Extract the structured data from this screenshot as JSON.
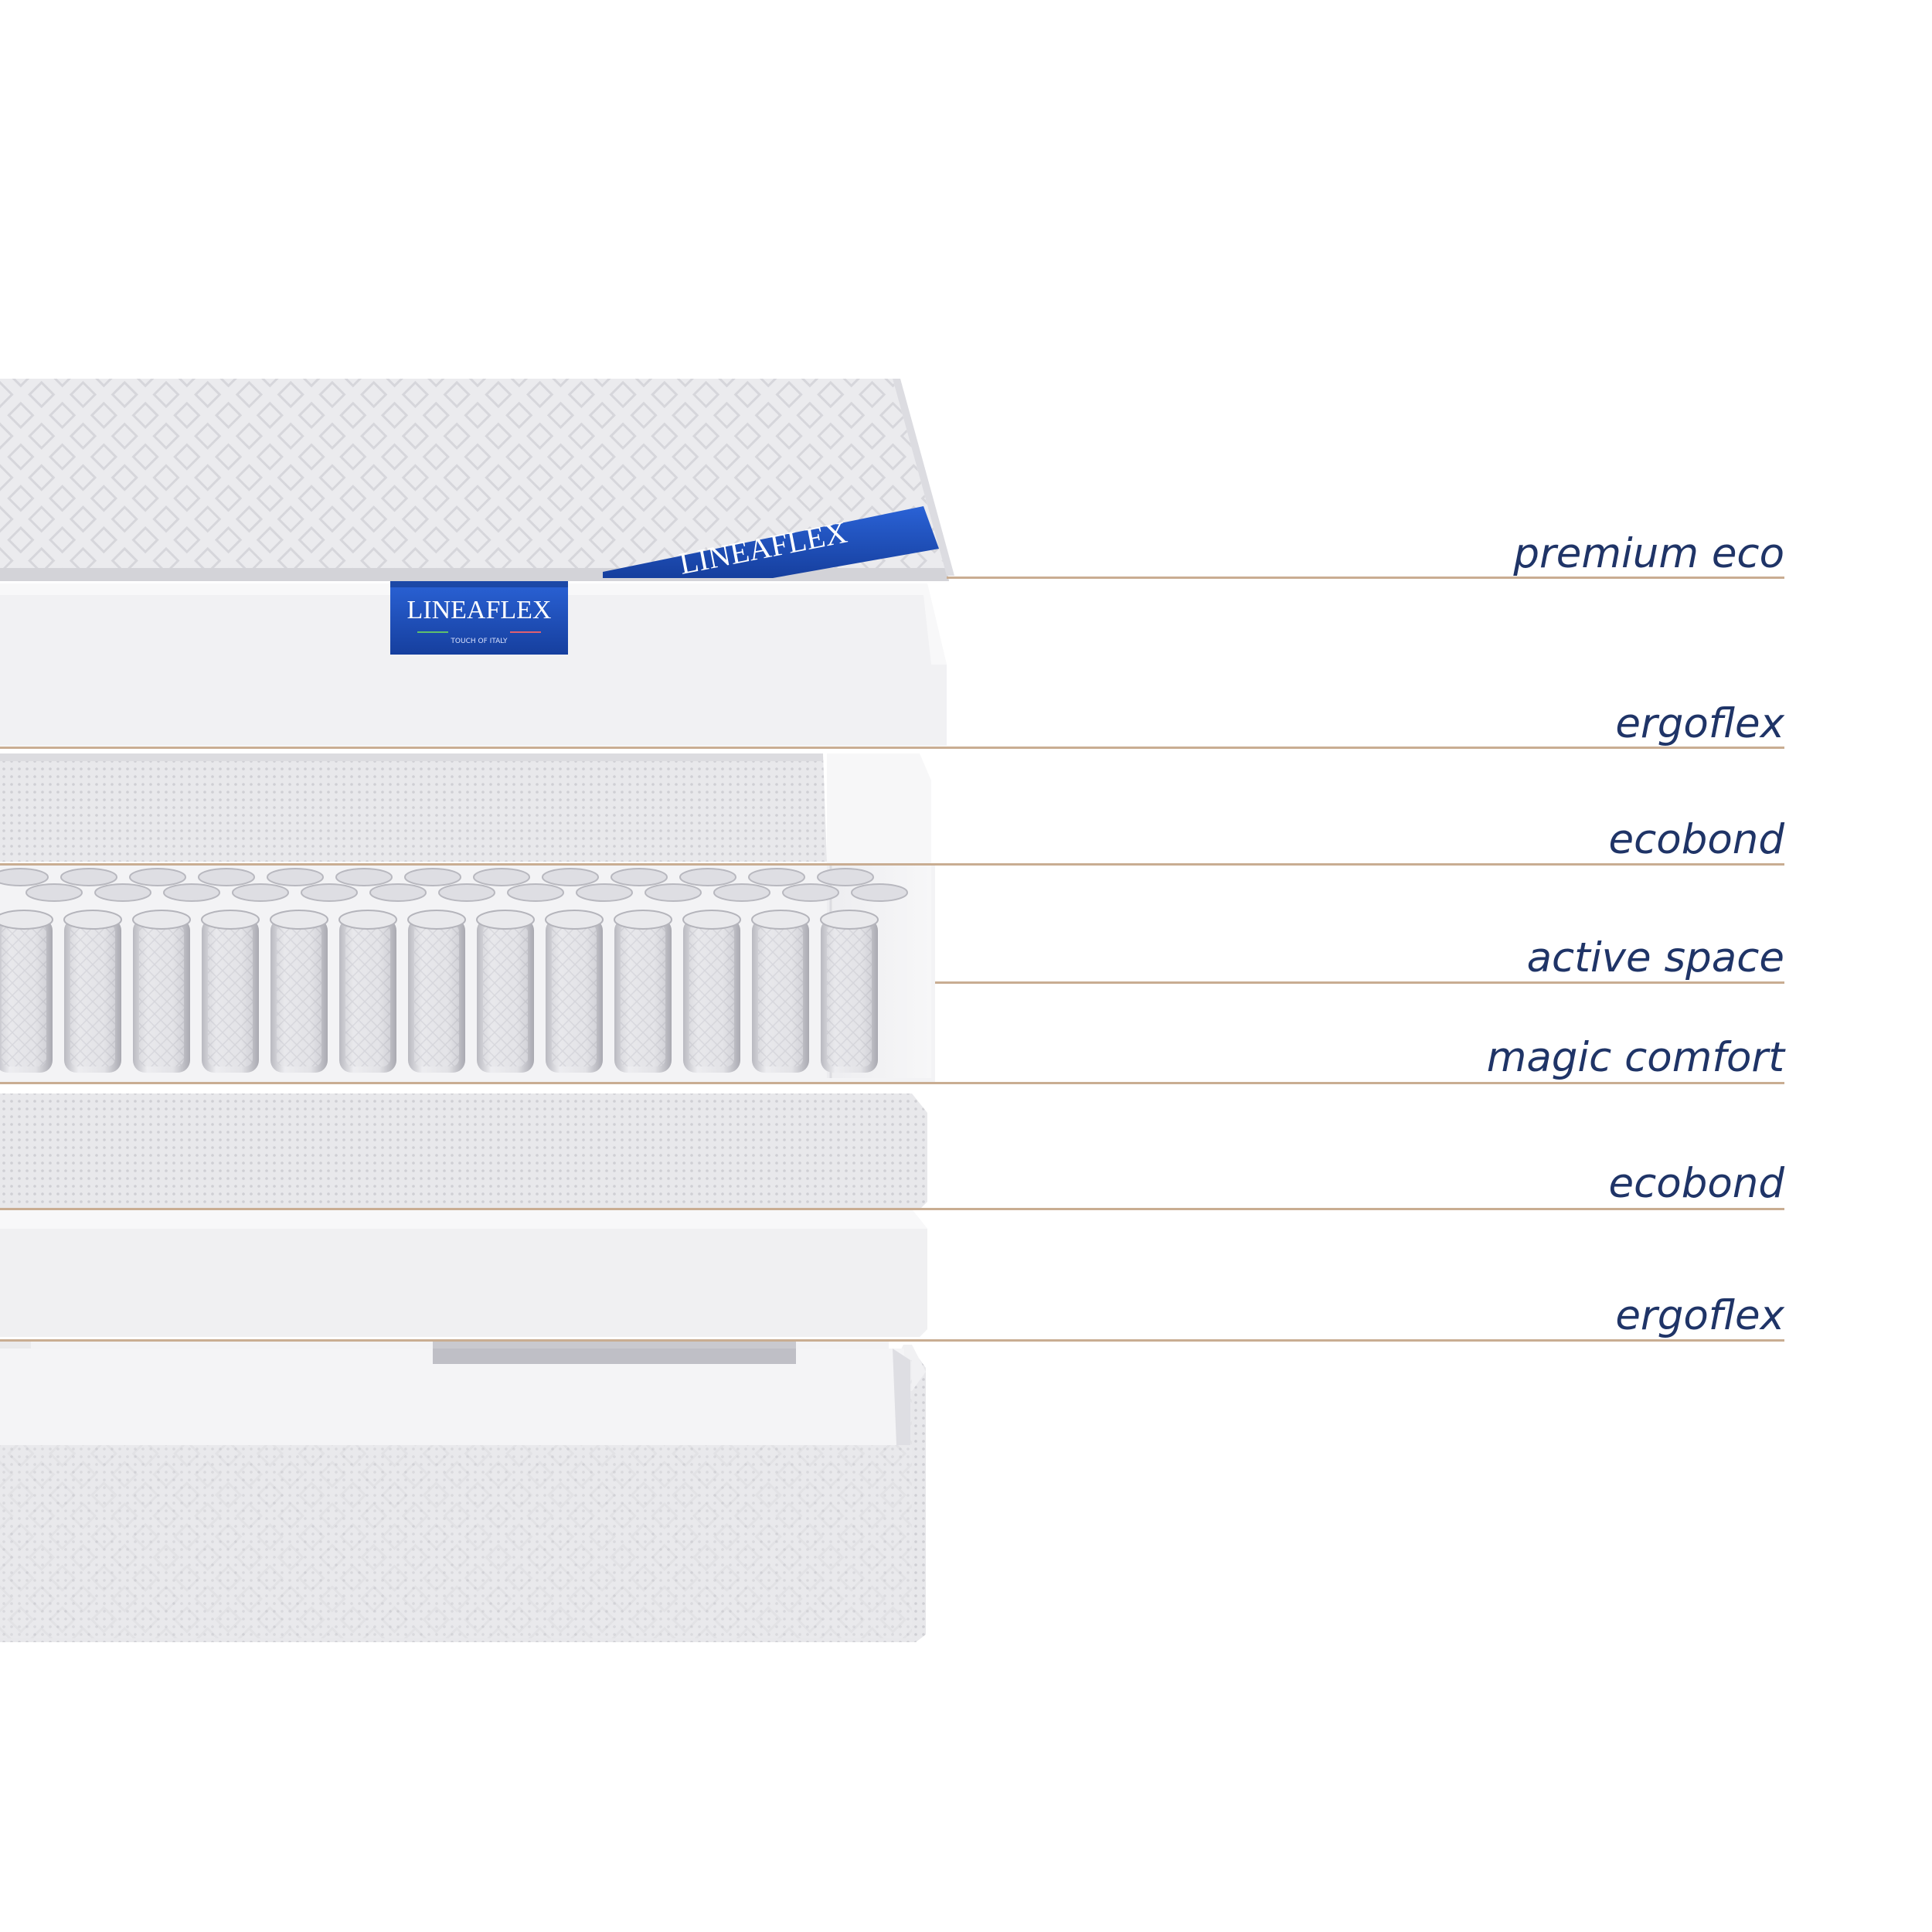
{
  "brand": {
    "name": "LINEAFLEX",
    "tagline": "TOUCH OF ITALY",
    "color": "#1c4fbf"
  },
  "layers": [
    {
      "label": "premium eco"
    },
    {
      "label": "ergoflex"
    },
    {
      "label": "ecobond"
    },
    {
      "label": "active space"
    },
    {
      "label": "magic comfort"
    },
    {
      "label": "ecobond"
    },
    {
      "label": "ergoflex"
    }
  ],
  "colors": {
    "label_text": "#1f3467",
    "rule": "#c9ad92",
    "foam": "#eeeef0",
    "fabric": "#e9e9ec"
  }
}
